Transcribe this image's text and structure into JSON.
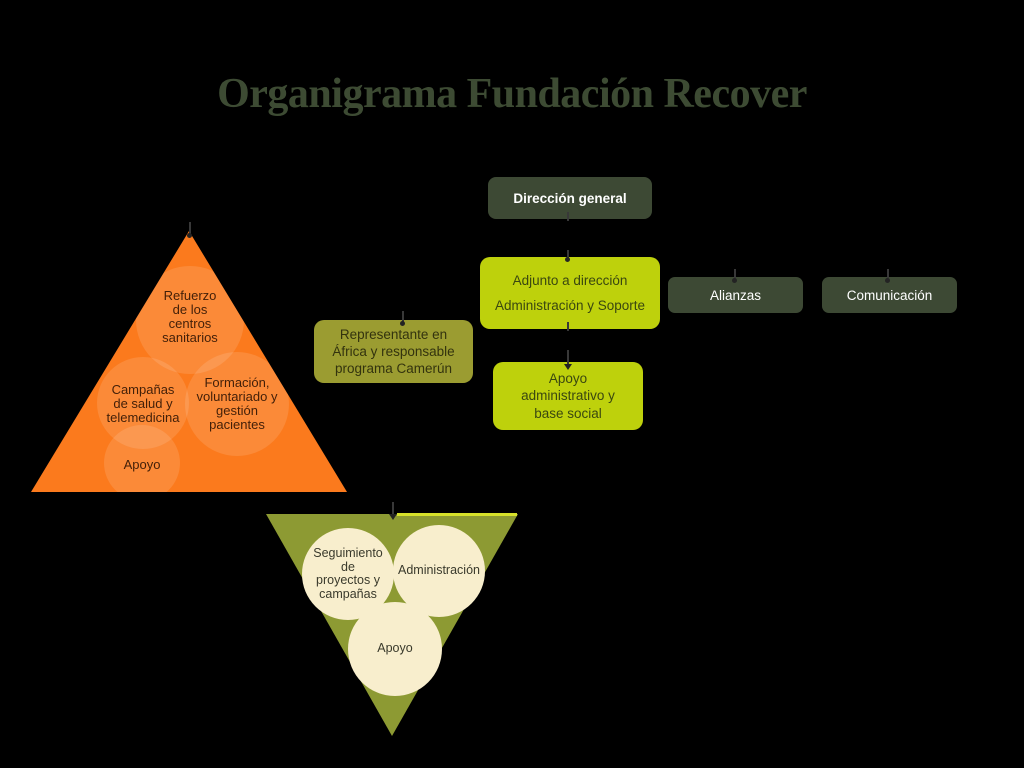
{
  "title": "Organigrama Fundación Recover",
  "nodes": {
    "direccion": {
      "label": "Dirección general"
    },
    "adjunto": {
      "line1": "Adjunto a dirección",
      "line2": "Administración y Soporte"
    },
    "alianzas": {
      "label": "Alianzas"
    },
    "comunicacion": {
      "label": "Comunicación"
    },
    "representante": {
      "lines": [
        "Representante en",
        "África y responsable",
        "programa Camerún"
      ]
    },
    "apoyo_admin": {
      "lines": [
        "Apoyo",
        "administrativo y",
        "base social"
      ]
    }
  },
  "orange_pyramid": {
    "items": [
      {
        "lines": [
          "Refuerzo",
          "de los",
          "centros",
          "sanitarios"
        ]
      },
      {
        "lines": [
          "Campañas",
          "de salud y",
          "telemedicina"
        ]
      },
      {
        "lines": [
          "Formación,",
          "voluntariado y",
          "gestión",
          "pacientes"
        ]
      },
      {
        "lines": [
          "Apoyo"
        ]
      }
    ]
  },
  "inverted_pyramid": {
    "circles": [
      {
        "lines": [
          "Seguimiento",
          "de",
          "proyectos y",
          "campañas"
        ]
      },
      {
        "lines": [
          "Administración"
        ]
      },
      {
        "lines": [
          "Apoyo"
        ]
      }
    ]
  },
  "colors": {
    "background": "#000000",
    "dark_green_node": "#3d4934",
    "bright_green_node": "#bed10c",
    "olive_node": "#9b9c31",
    "olive_triangle": "#8d9a33",
    "orange_triangle": "#fb7a1d",
    "cream_circle": "#f8eecd",
    "title_text": "#3d4b33"
  }
}
